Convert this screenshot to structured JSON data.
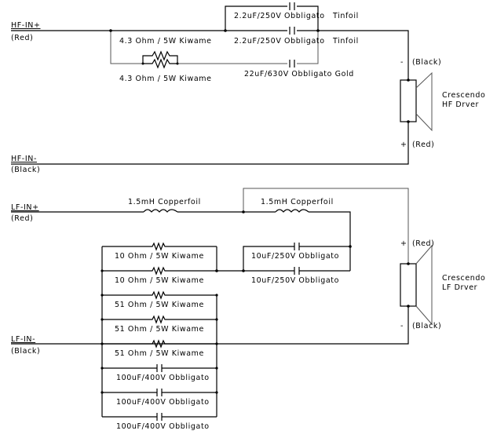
{
  "title": "Crescendo HF/LF crossover schematic",
  "hf_section": {
    "input_plus": {
      "label": "HF-IN+",
      "color_note": "(Red)"
    },
    "input_minus": {
      "label": "HF-IN-",
      "color_note": "(Black)"
    },
    "components": [
      {
        "id": "C1",
        "type": "capacitor",
        "label": "2.2uF/250V Obbligato",
        "note": "Tinfoil"
      },
      {
        "id": "C2",
        "type": "capacitor",
        "label": "2.2uF/250V Obbligato",
        "note": "Tinfoil"
      },
      {
        "id": "C3",
        "type": "capacitor",
        "label": "22uF/630V Obbligato Gold",
        "note": ""
      },
      {
        "id": "R1",
        "type": "resistor",
        "label": "4.3 Ohm / 5W Kiwame"
      },
      {
        "id": "R2",
        "type": "resistor",
        "label": "4.3 Ohm / 5W Kiwame"
      }
    ],
    "driver": {
      "name_line1": "Crescendo",
      "name_line2": "HF Drver",
      "minus_sign": "-",
      "minus_note": "(Black)",
      "plus_sign": "+",
      "plus_note": "(Red)"
    }
  },
  "lf_section": {
    "input_plus": {
      "label": "LF-IN+",
      "color_note": "(Red)"
    },
    "input_minus": {
      "label": "LF-IN-",
      "color_note": "(Black)"
    },
    "inductors": [
      {
        "id": "L1",
        "label": "1.5mH Copperfoil"
      },
      {
        "id": "L2",
        "label": "1.5mH Copperfoil"
      }
    ],
    "capacitors_upper": [
      {
        "id": "C4",
        "label": "10uF/250V Obbligato"
      },
      {
        "id": "C5",
        "label": "10uF/250V Obbligato"
      }
    ],
    "ladder": [
      {
        "id": "R3",
        "type": "resistor",
        "label": "10 Ohm / 5W Kiwame"
      },
      {
        "id": "R4",
        "type": "resistor",
        "label": "10 Ohm / 5W Kiwame"
      },
      {
        "id": "R5",
        "type": "resistor",
        "label": "51 Ohm / 5W Kiwame"
      },
      {
        "id": "R6",
        "type": "resistor",
        "label": "51 Ohm / 5W Kiwame"
      },
      {
        "id": "R7",
        "type": "resistor",
        "label": "51 Ohm / 5W Kiwame"
      },
      {
        "id": "C6",
        "type": "capacitor",
        "label": "100uF/400V Obbligato"
      },
      {
        "id": "C7",
        "type": "capacitor",
        "label": "100uF/400V Obbligato"
      },
      {
        "id": "C8",
        "type": "capacitor",
        "label": "100uF/400V Obbligato"
      }
    ],
    "driver": {
      "name_line1": "Crescendo",
      "name_line2": "LF Drver",
      "plus_sign": "+",
      "plus_note": "(Red)",
      "minus_sign": "-",
      "minus_note": "(Black)"
    }
  }
}
